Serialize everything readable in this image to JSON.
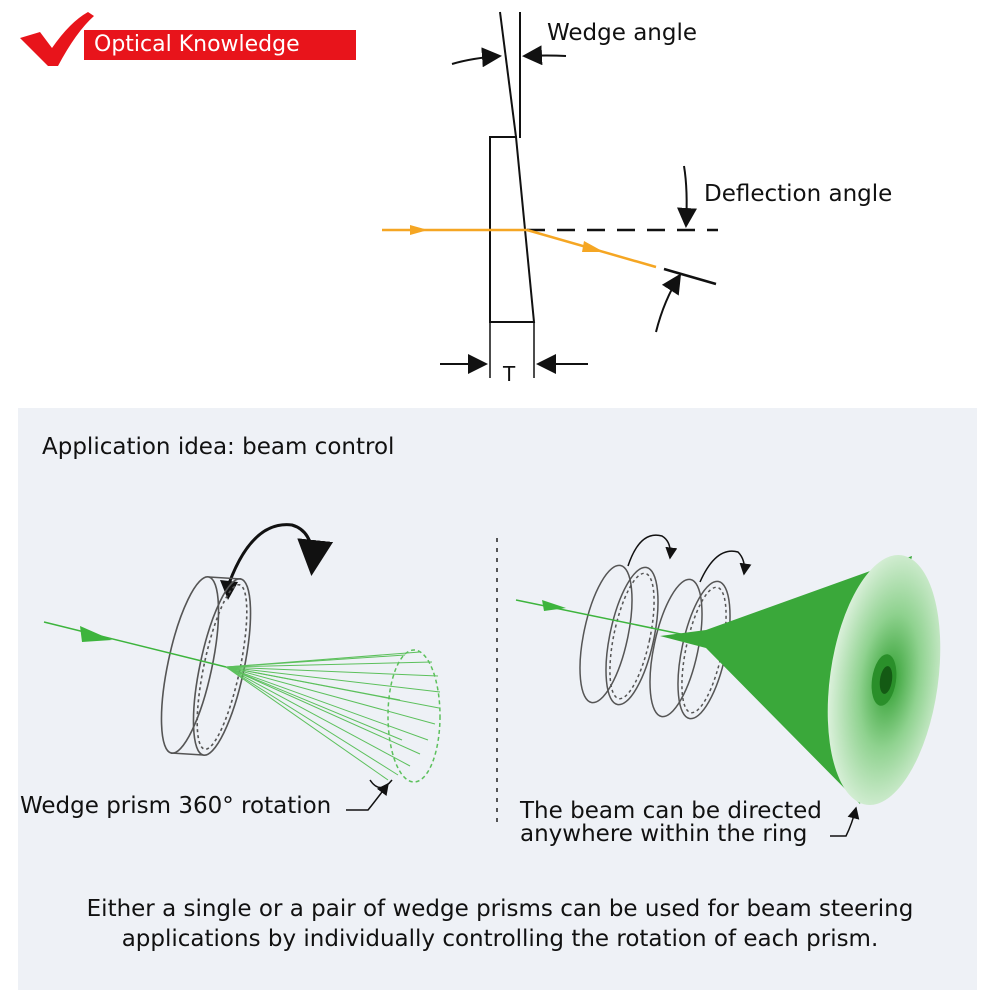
{
  "badge": {
    "text": "Optical Knowledge",
    "accent": "#e8141b",
    "icon": "checkmark-icon"
  },
  "top_diagram": {
    "wedge_angle_label": "Wedge angle",
    "deflection_angle_label": "Deflection angle",
    "thickness_label": "T",
    "beam_color": "#f5a623"
  },
  "application": {
    "title": "Application idea: beam control",
    "single_prism_caption": "Wedge prism 360° rotation",
    "pair_caption_line1": "The beam can be directed",
    "pair_caption_line2": "anywhere within the ring",
    "description_line1": "Either a single or a pair of wedge prisms can be used for beam steering",
    "description_line2": "applications by individually controlling the rotation of each prism.",
    "beam_color": "#3db43d",
    "panel_color": "#eef1f6"
  }
}
